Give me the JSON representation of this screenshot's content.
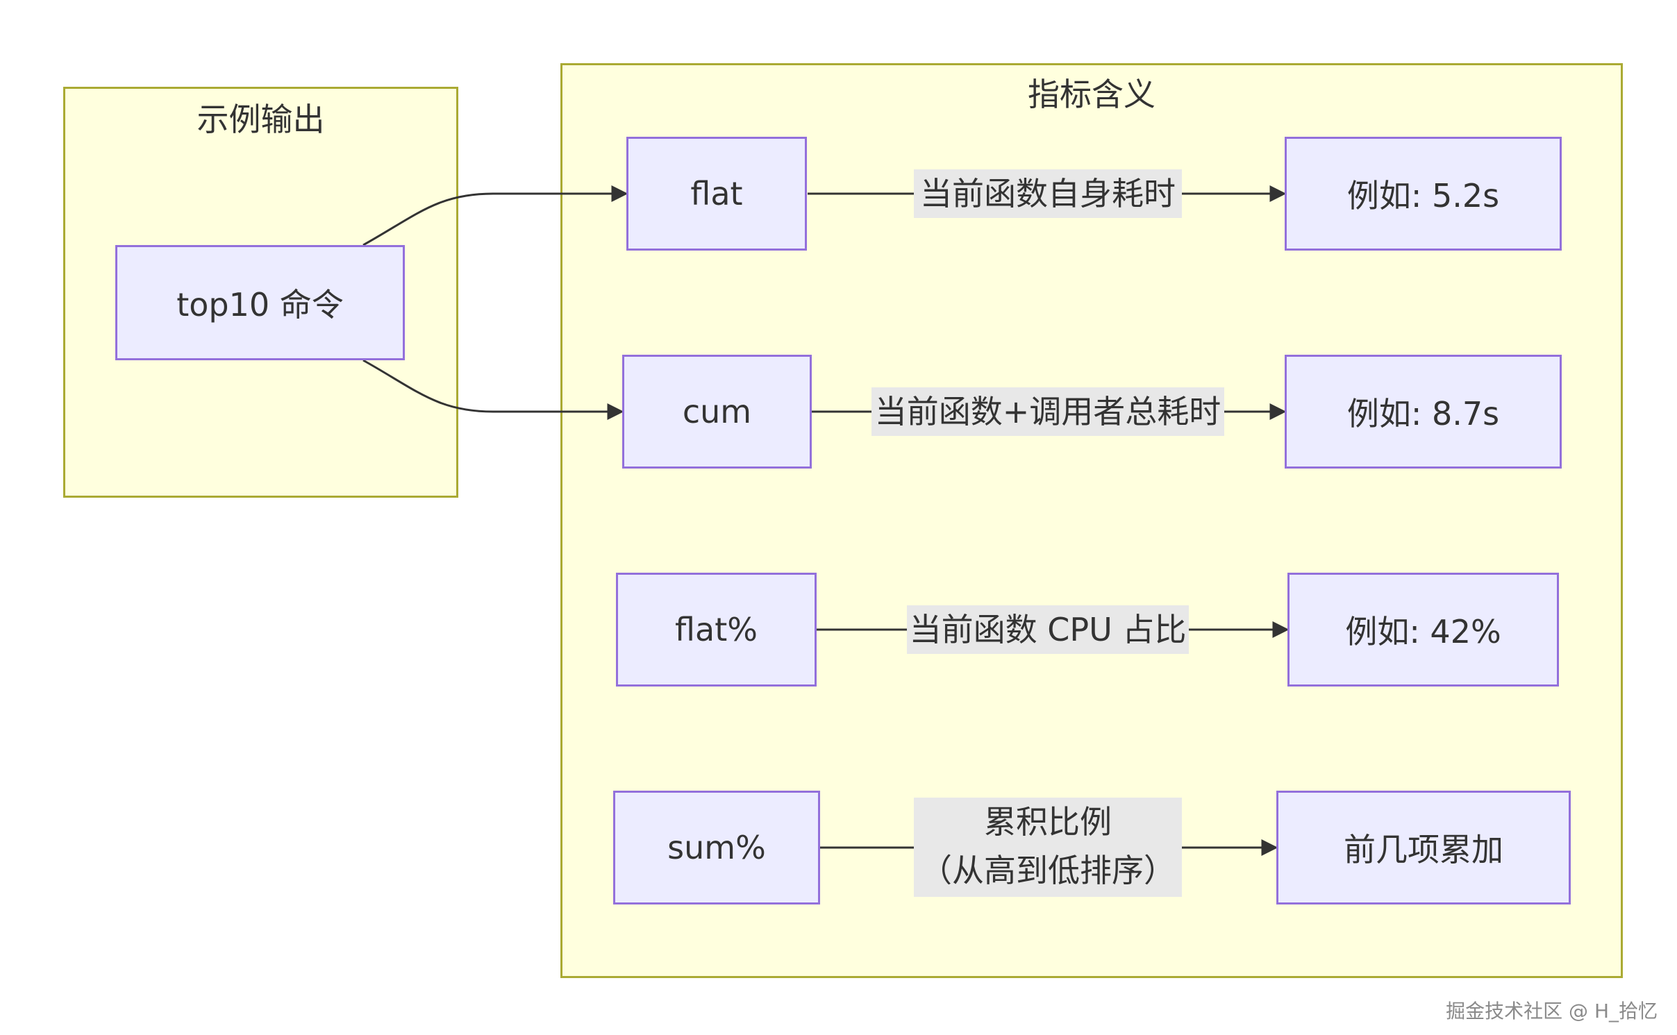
{
  "clusters": {
    "example": {
      "title": "示例输出"
    },
    "metrics": {
      "title": "指标含义"
    }
  },
  "nodes": {
    "top10": "top10 命令",
    "flat": "flat",
    "cum": "cum",
    "flat_pct": "flat%",
    "sum_pct": "sum%",
    "ex_flat": "例如: 5.2s",
    "ex_cum": "例如: 8.7s",
    "ex_flat_pct": "例如: 42%",
    "ex_sum_pct": "前几项累加"
  },
  "edge_labels": {
    "flat": "当前函数自身耗时",
    "cum": "当前函数+调用者总耗时",
    "flat_pct": "当前函数 CPU 占比",
    "sum_pct_line1": "累积比例",
    "sum_pct_line2": "（从高到低排序）"
  },
  "watermark": "掘金技术社区 @ H_拾忆",
  "colors": {
    "cluster_fill": "#ffffde",
    "cluster_border": "#aaaa33",
    "node_fill": "#ececff",
    "node_border": "#9370db",
    "edge": "#333333",
    "edge_label_bg": "#e8e8e8"
  }
}
